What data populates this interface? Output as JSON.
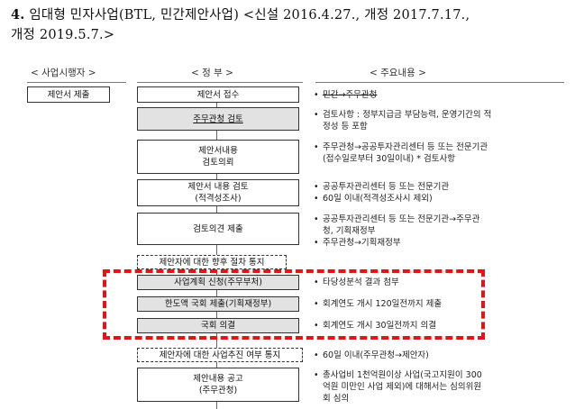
{
  "title": {
    "number": "4.",
    "name": "임대형 민자사업(BTL, 민간제안사업)",
    "revisions_line1": "<신설 2016.4.27., 개정 2017.7.17.,",
    "revisions_line2": "개정 2019.5.7.>"
  },
  "headers": {
    "actor": "< 사업시행자 >",
    "gov": "< 정 부 >",
    "content": "< 주요내용 >"
  },
  "actor_boxes": [
    {
      "label": "제안서 제출"
    }
  ],
  "flow": [
    {
      "label": "제안서 접수",
      "style": "plain"
    },
    {
      "label": "주무관청 검토",
      "style": "gray"
    },
    {
      "label1": "제안서내용",
      "label2": "검토의뢰",
      "style": "plain"
    },
    {
      "label1": "제안서 내용 검토",
      "label2": "(적격성조사)",
      "style": "plain"
    },
    {
      "label": "검토의견 제출",
      "style": "plain"
    },
    {
      "label": "제안자에 대한 향후 절차 통지",
      "style": "dotted"
    },
    {
      "label": "사업계획 신청(주무부처)",
      "style": "gray"
    },
    {
      "label": "한도액 국회 제출(기획재정부)",
      "style": "gray"
    },
    {
      "label": "국회 의결",
      "style": "gray"
    },
    {
      "label": "제안자에 대한 사업추진 여부 통지",
      "style": "dotted"
    },
    {
      "label1": "제안내용 공고",
      "label2": "(주무관청)",
      "style": "plain"
    }
  ],
  "notes": [
    {
      "line1": "민간→주무관청"
    },
    {
      "line1": "검토사항 : 정부지급금 부담능력, 운영기간의 적",
      "line2": "정성 등 포함"
    },
    {
      "line1": "주무관청→공공투자관리센터 등 또는 전문기관",
      "line2": "(접수일로부터 30일이내) * 검토사항"
    },
    {
      "line1": "공공투자관리센터 등 또는 전문기관",
      "line2": "60일 이내(적격성조사시 제외)"
    },
    {
      "line1": "공공투자관리센터 등 또는 전문기관→주무관",
      "line2": "청, 기획재정부",
      "line3": "주무관청→기획재정부"
    },
    {
      "line1": "타당성분석 결과 첨부"
    },
    {
      "line1": "회계연도 개시 120일전까지 제출"
    },
    {
      "line1": "회계연도 개시 30일전까지 의결"
    },
    {
      "line1": "60일 이내(주무관청→제안자)"
    },
    {
      "line1": "총사업비 1천억원이상 사업(국고지원이 300",
      "line2": "억원 미만인 사업 제외)에 대해서는 심의위원",
      "line3": "회 심의"
    }
  ],
  "colors": {
    "highlight_border": "#e0141b",
    "gray_fill": "#e2e2e2"
  }
}
